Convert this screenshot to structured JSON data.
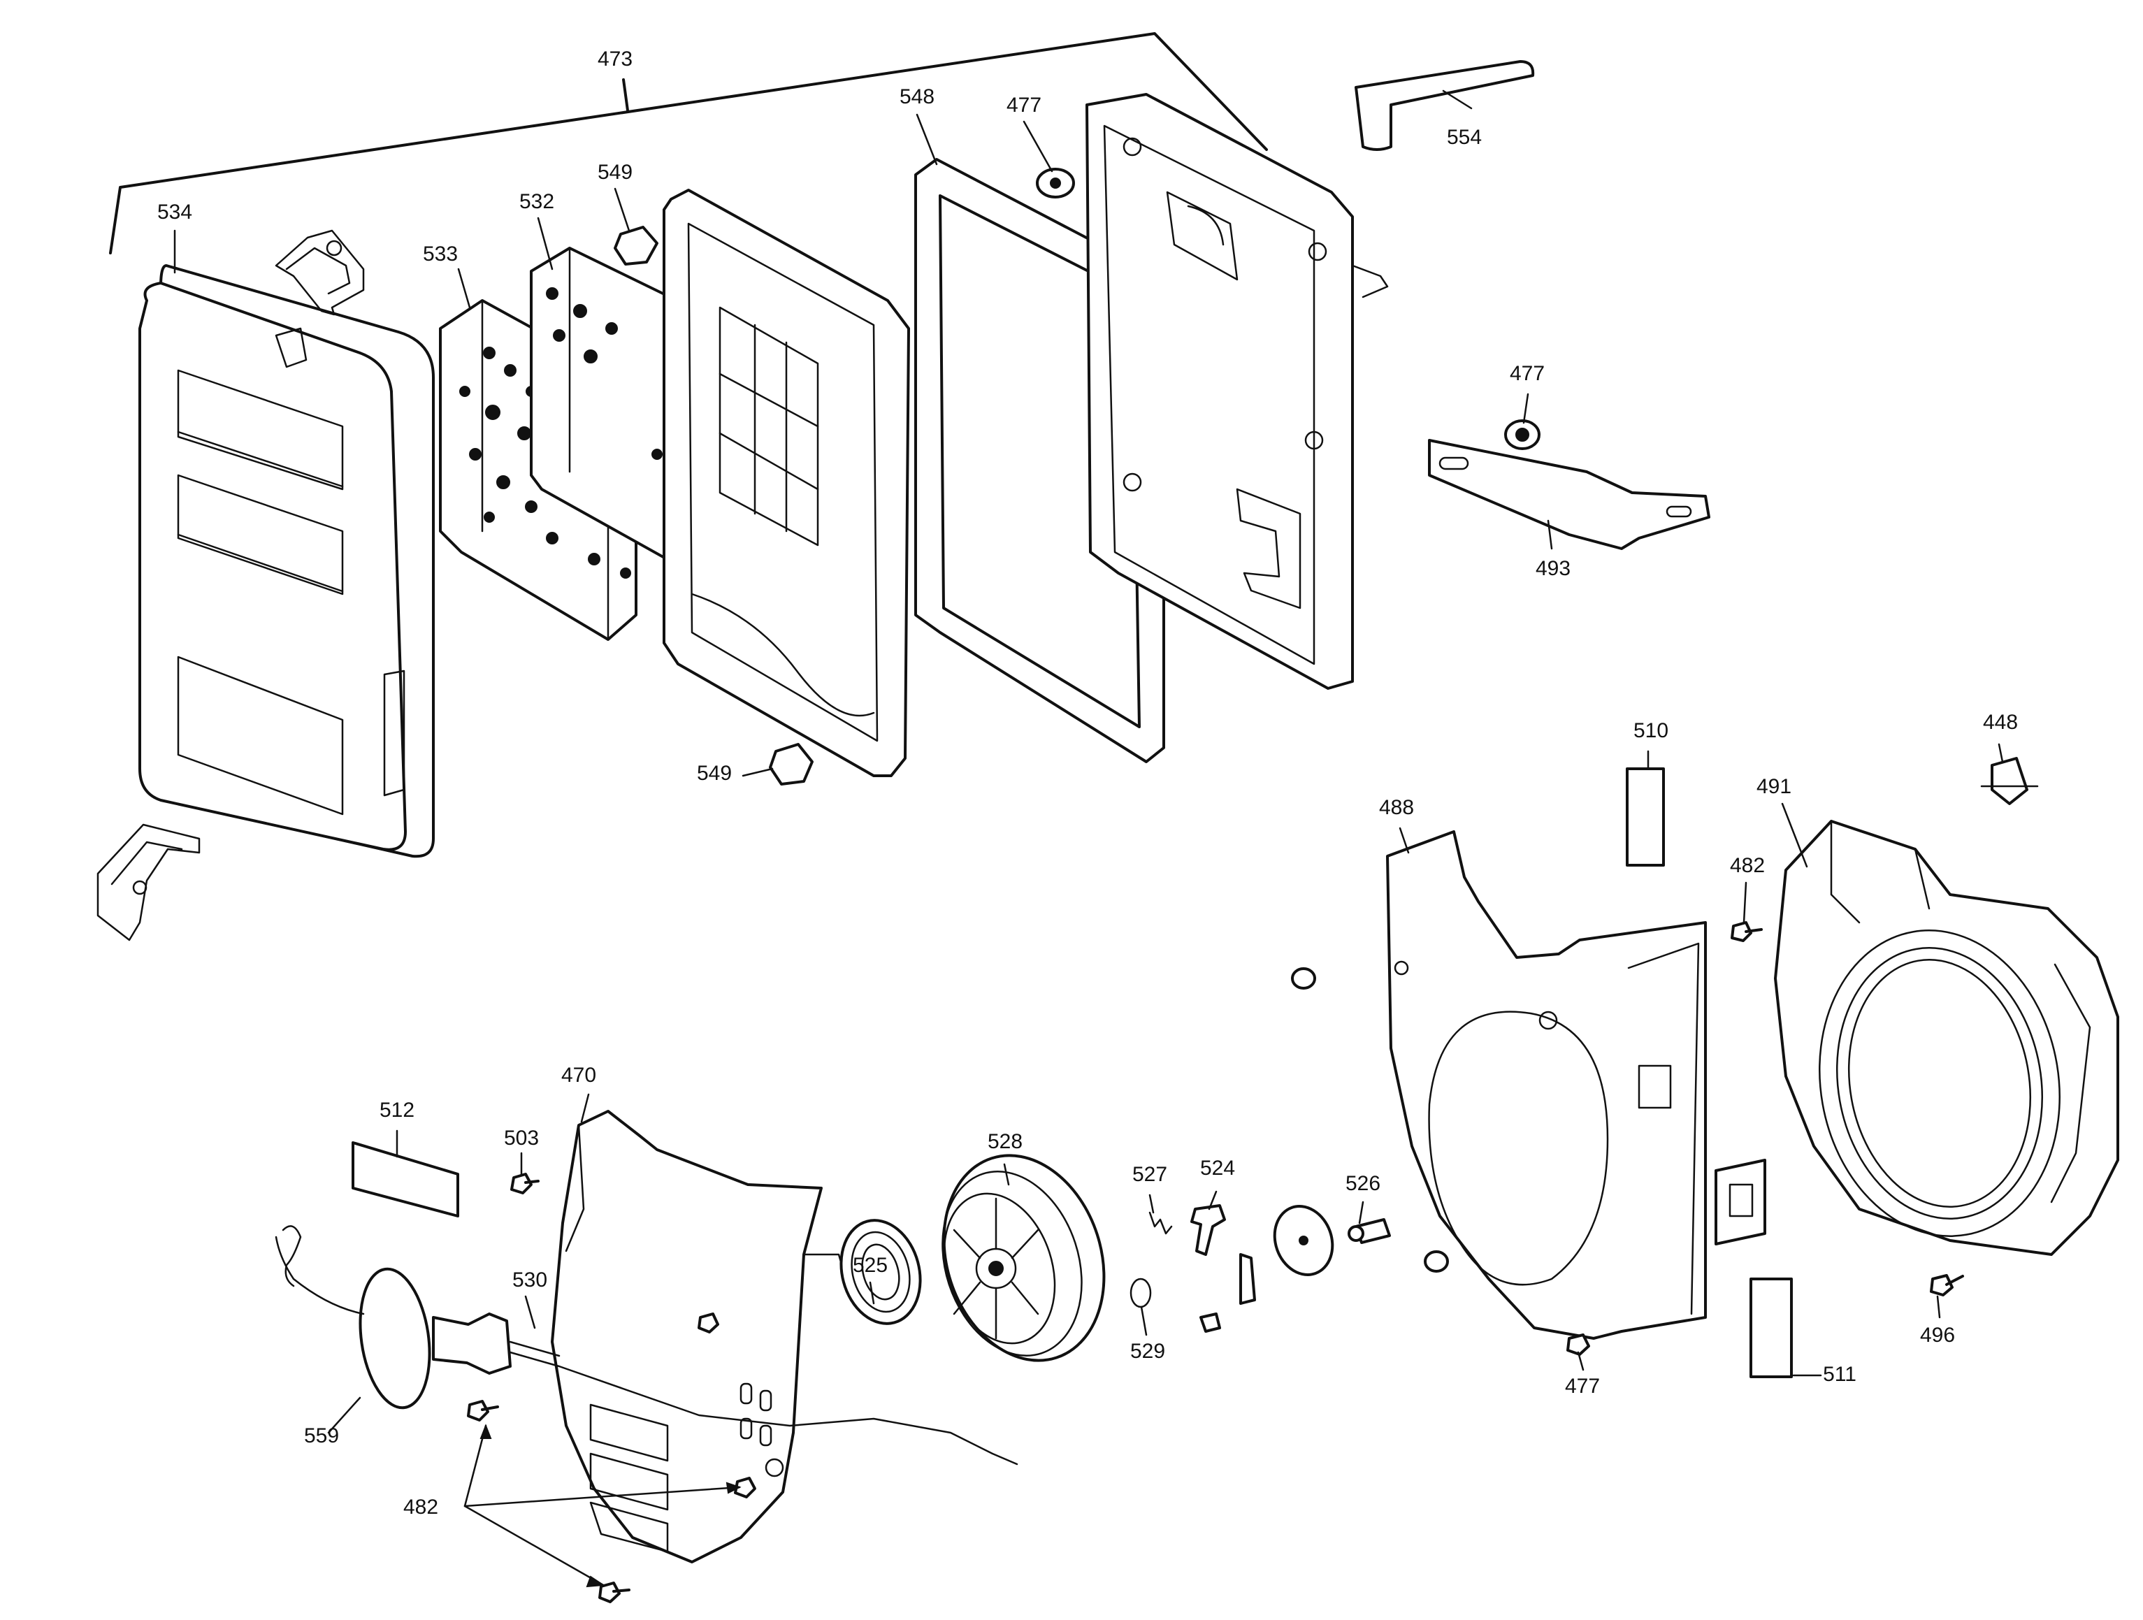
{
  "diagram": {
    "type": "exploded-parts-diagram",
    "callouts": [
      {
        "id": "c473",
        "text": "473"
      },
      {
        "id": "c534",
        "text": "534"
      },
      {
        "id": "c533",
        "text": "533"
      },
      {
        "id": "c532",
        "text": "532"
      },
      {
        "id": "c549a",
        "text": "549"
      },
      {
        "id": "c548",
        "text": "548"
      },
      {
        "id": "c477a",
        "text": "477"
      },
      {
        "id": "c554",
        "text": "554"
      },
      {
        "id": "c477b",
        "text": "477"
      },
      {
        "id": "c493",
        "text": "493"
      },
      {
        "id": "c549b",
        "text": "549"
      },
      {
        "id": "c510",
        "text": "510"
      },
      {
        "id": "c448",
        "text": "448"
      },
      {
        "id": "c488",
        "text": "488"
      },
      {
        "id": "c491",
        "text": "491"
      },
      {
        "id": "c482a",
        "text": "482"
      },
      {
        "id": "c470",
        "text": "470"
      },
      {
        "id": "c512",
        "text": "512"
      },
      {
        "id": "c503",
        "text": "503"
      },
      {
        "id": "c528",
        "text": "528"
      },
      {
        "id": "c527",
        "text": "527"
      },
      {
        "id": "c524",
        "text": "524"
      },
      {
        "id": "c526",
        "text": "526"
      },
      {
        "id": "c525",
        "text": "525"
      },
      {
        "id": "c530",
        "text": "530"
      },
      {
        "id": "c529",
        "text": "529"
      },
      {
        "id": "c559",
        "text": "559"
      },
      {
        "id": "c482b",
        "text": "482"
      },
      {
        "id": "c477c",
        "text": "477"
      },
      {
        "id": "c511",
        "text": "511"
      },
      {
        "id": "c496",
        "text": "496"
      }
    ]
  }
}
